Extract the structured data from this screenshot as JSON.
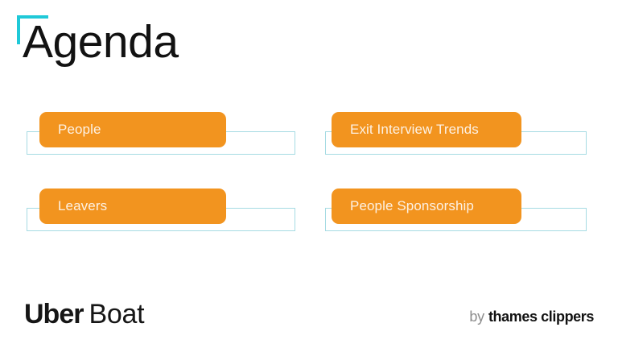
{
  "slide": {
    "title": "Agenda",
    "background_color": "#ffffff",
    "accent_cyan": "#1fc9d8",
    "accent_orange": "#f2941f",
    "outline_color": "#a6dbe3",
    "corner_bracket_icon": "corner-bracket-icon"
  },
  "agenda": {
    "items": [
      {
        "label": "People"
      },
      {
        "label": "Exit Interview Trends"
      },
      {
        "label": "Leavers"
      },
      {
        "label": "People Sponsorship"
      }
    ]
  },
  "footer": {
    "brand_primary": "Uber",
    "brand_secondary": "Boat",
    "operator_prefix": "by",
    "operator_name": "thames clippers"
  }
}
